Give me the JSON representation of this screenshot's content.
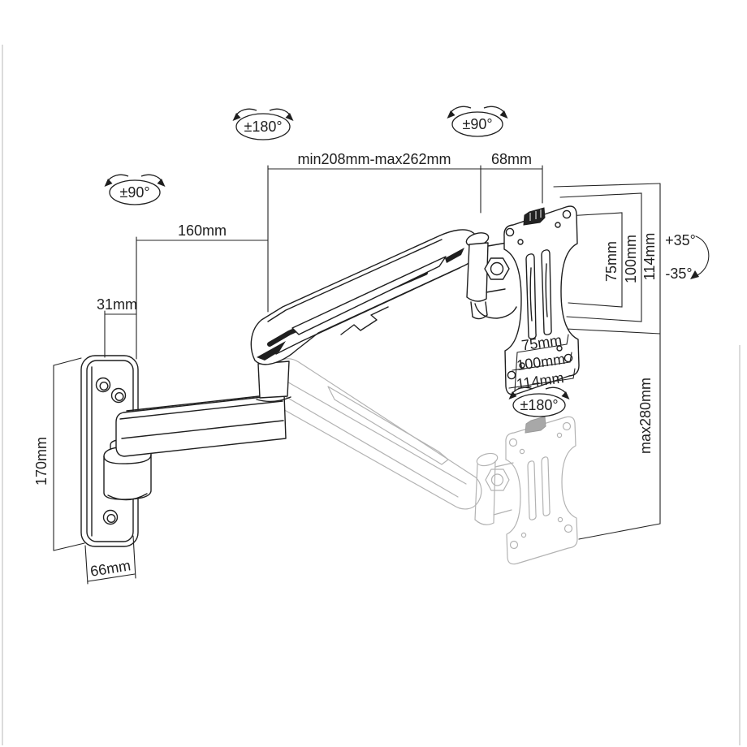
{
  "drawing": {
    "colors": {
      "line": "#1f1f1f",
      "ghost": "#b3b3b3",
      "background": "#ffffff"
    },
    "labels": {
      "swivel_arm_rotation": "±180°",
      "vesa_rotation_top": "±90°",
      "wall_rotation": "±90°",
      "vesa_rotation_bottom": "±180°",
      "extension_range": "min208mm-max262mm",
      "head_depth": "68mm",
      "lower_arm_length": "160mm",
      "wall_plate_depth": "31mm",
      "wall_plate_height": "170mm",
      "wall_plate_width": "66mm",
      "tilt_up": "+35°",
      "tilt_down": "-35°",
      "height_adjustment": "max280mm",
      "vesa_v_75": "75mm",
      "vesa_v_100": "100mm",
      "vesa_v_114": "114mm",
      "vesa_h_75": "75mm",
      "vesa_h_100": "100mm",
      "vesa_h_114": "114mm"
    }
  }
}
